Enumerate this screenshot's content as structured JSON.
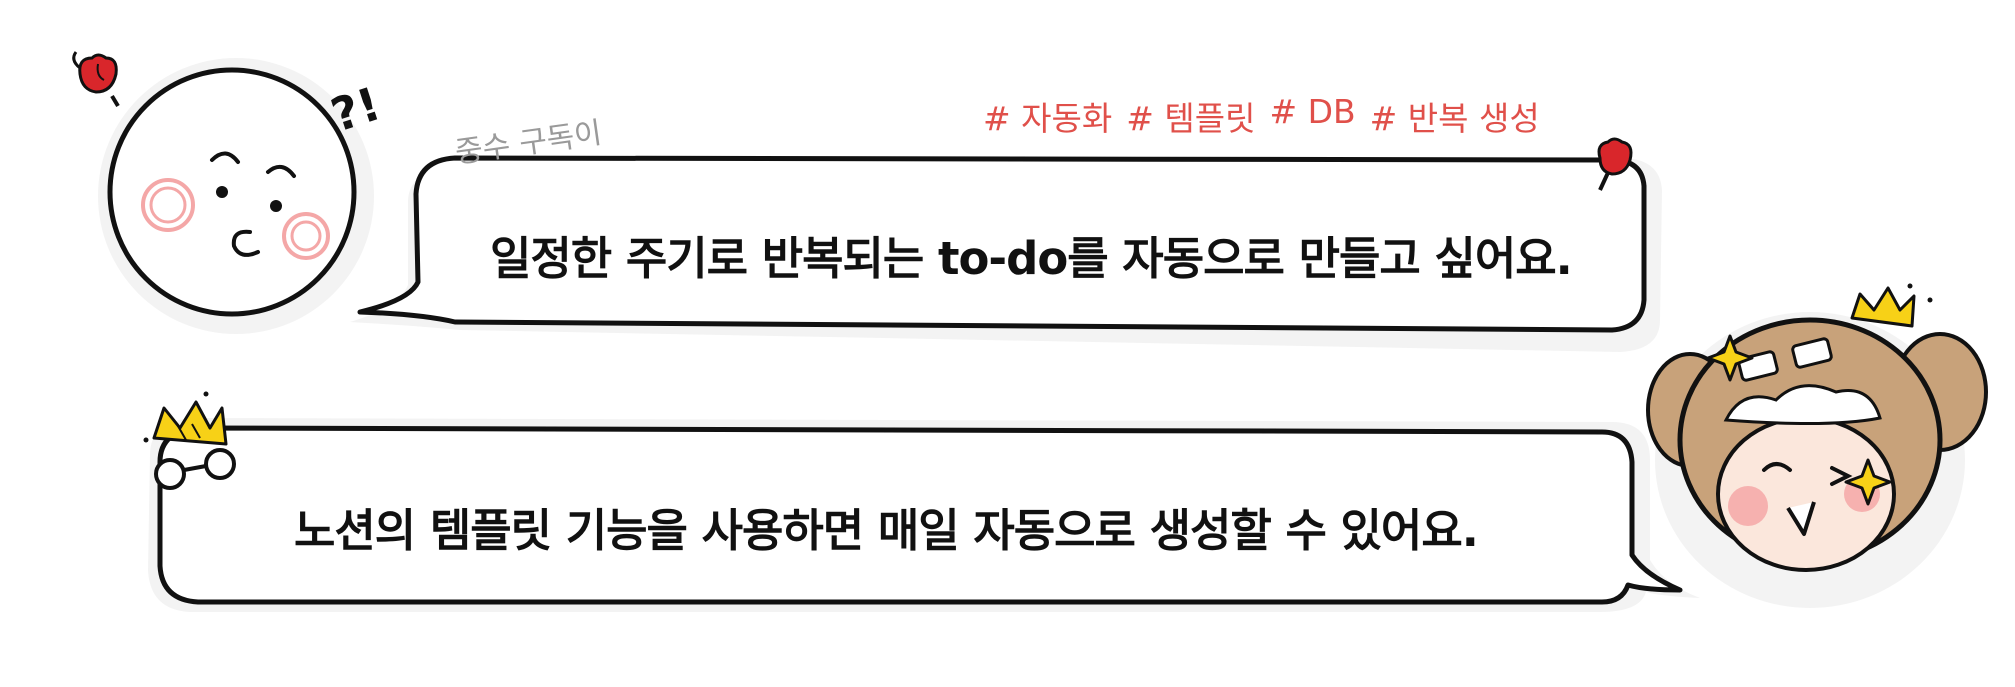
{
  "speaker_name": "중수 구독이",
  "question_text": "일정한 주기로 반복되는 to-do를 자동으로 만들고 싶어요.",
  "answer_text": "노션의 템플릿 기능을 사용하면 매일 자동으로 생성할 수 있어요.",
  "question_mark": "?!",
  "tags": [
    "# 자동화",
    "# 템플릿",
    "# DB",
    "# 반복 생성"
  ],
  "colors": {
    "tag": "#e0504a",
    "outline": "#111111",
    "bear_fur": "#c8a27a",
    "blush": "#f4a7a7",
    "crown": "#f7d117",
    "rose": "#d9262b"
  },
  "icons": [
    "round-face-character-icon",
    "rose-icon",
    "bear-character-icon",
    "crown-icon",
    "glasses-icon",
    "sparkle-icon"
  ]
}
